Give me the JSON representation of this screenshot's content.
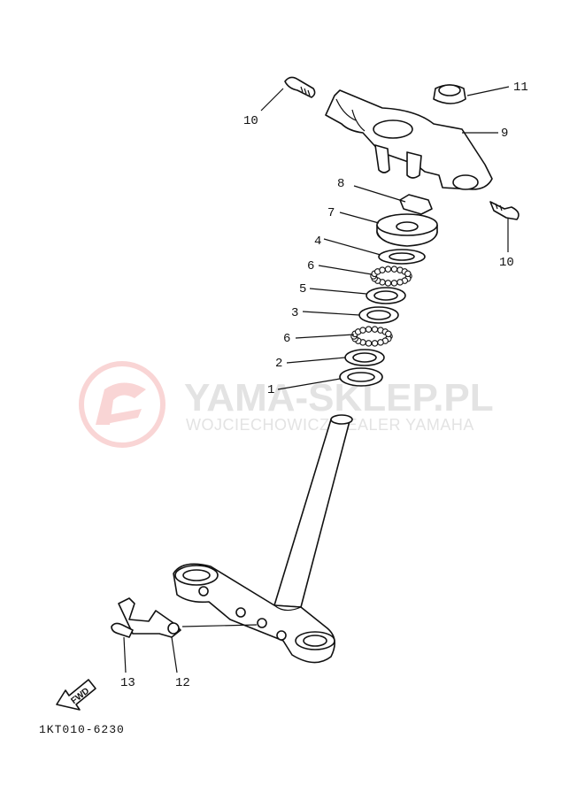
{
  "watermark": {
    "title": "YAMA-SKLEP.PL",
    "subtitle": "WOJCIECHOWICZ DEALER YAMAHA"
  },
  "fwd_label": "FWD",
  "diagram_code": "1KT010-6230",
  "callouts": [
    {
      "id": "c10a",
      "label": "10"
    },
    {
      "id": "c11",
      "label": "11"
    },
    {
      "id": "c9",
      "label": "9"
    },
    {
      "id": "c8",
      "label": "8"
    },
    {
      "id": "c7",
      "label": "7"
    },
    {
      "id": "c10b",
      "label": "10"
    },
    {
      "id": "c4",
      "label": "4"
    },
    {
      "id": "c6a",
      "label": "6"
    },
    {
      "id": "c5",
      "label": "5"
    },
    {
      "id": "c3",
      "label": "3"
    },
    {
      "id": "c6b",
      "label": "6"
    },
    {
      "id": "c2",
      "label": "2"
    },
    {
      "id": "c1",
      "label": "1"
    },
    {
      "id": "c13",
      "label": "13"
    },
    {
      "id": "c12",
      "label": "12"
    }
  ]
}
